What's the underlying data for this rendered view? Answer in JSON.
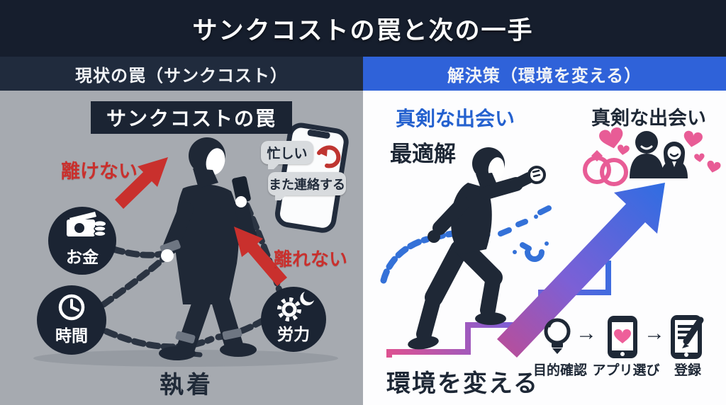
{
  "title": "サンクコストの罠と次の一手",
  "left": {
    "header": "現状の罠（サンクコスト）",
    "badge": "サンクコストの罠",
    "arrow_label_1": "離けない",
    "arrow_label_2": "離れない",
    "bubble_1": "忙しい",
    "bubble_2": "また連絡する",
    "circles": [
      {
        "label": "お金",
        "icon": "wallet-coins-icon"
      },
      {
        "label": "時間",
        "icon": "clock-icon"
      },
      {
        "label": "労力",
        "icon": "gear-wrench-icon"
      }
    ],
    "caption": "執着"
  },
  "right": {
    "header": "解決策（環境を変える）",
    "goal_blue": "真剣な出会い",
    "optimal": "最適解",
    "goal_dark": "真剣な出会い",
    "caption": "環境を変える",
    "step_arrow": "→",
    "steps": [
      {
        "label": "目的確認",
        "icon": "lightbulb-icon"
      },
      {
        "label": "アプリ選び",
        "icon": "phone-heart-icon"
      },
      {
        "label": "登録",
        "icon": "register-pencil-icon"
      }
    ]
  },
  "icons": {
    "wallet-coins-icon": "banknote with coin stack",
    "clock-icon": "clock face",
    "gear-wrench-icon": "gear with wrench head",
    "smartphone-icon": "smartphone with chat bubbles",
    "reply-arrow-icon": "red curved reply arrow",
    "chain-icon": "chain links",
    "broken-chain-icon": "breaking chain pieces",
    "rings-icon": "interlocked wedding rings",
    "heart-icon": "heart",
    "couple-icon": "man and woman silhouettes",
    "stairs-icon": "ascending staircase outline",
    "growth-arrow-icon": "large gradient arrow up-right",
    "lightbulb-icon": "idea light bulb",
    "phone-heart-icon": "phone with heart on screen",
    "register-pencil-icon": "form with pencil"
  },
  "colors": {
    "banner_bg": "#161e2d",
    "header_left_bg": "#202b3d",
    "header_right_bg": "#2f62d9",
    "left_panel_bg": "#a6aab0",
    "right_panel_bg": "#fdfdfe",
    "silhouette": "#1f2836",
    "accent_red": "#c9302d",
    "accent_blue_text": "#2461cf",
    "chain_blue": "#3471d8",
    "pink": "#e85c96",
    "gradient_pink": "#e0518f",
    "gradient_purple": "#7a5fd8",
    "gradient_blue": "#3b6de0"
  }
}
